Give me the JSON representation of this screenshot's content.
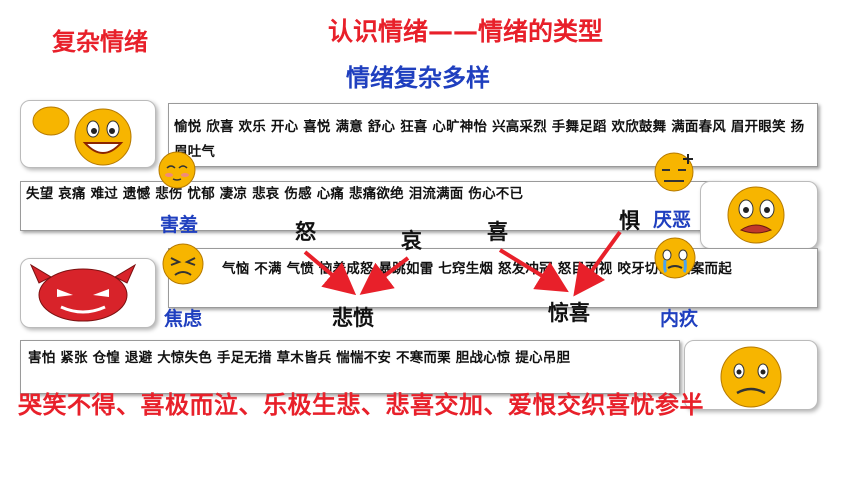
{
  "header": {
    "corner_title": "复杂情绪",
    "main_title": "认识情绪——情绪的类型",
    "subtitle": "情绪复杂多样"
  },
  "rows": [
    {
      "id": "joy",
      "text": "愉悦  欣喜  欢乐  开心  喜悦  满意  舒心  狂喜  心旷神怡  兴高采烈  手舞足蹈  欢欣鼓舞  满面春风  眉开眼笑  扬眉吐气"
    },
    {
      "id": "sad",
      "text": "失望  哀痛  难过  遗憾  悲伤  忧郁  凄凉  悲哀  伤感  心痛  悲痛欲绝  泪流满面  伤心不已"
    },
    {
      "id": "anger",
      "text": "气恼  不满  气愤  恼羞成怒  暴跳如雷  七窍生烟  怒发冲冠  怒目而视  咬牙切齿  拍案而起"
    },
    {
      "id": "fear",
      "text": "害怕  紧张  仓惶  退避  大惊失色  手足无措  草木皆兵  惴惴不安  不寒而栗  胆战心惊  提心吊胆"
    }
  ],
  "emotion_labels": {
    "shy": "害羞",
    "disgust": "厌恶",
    "anxious": "焦虑",
    "guilt": "内疚"
  },
  "categories": {
    "anger": "怒",
    "sorrow": "哀",
    "joy": "喜",
    "fear": "惧"
  },
  "results": {
    "grief_anger": "悲愤",
    "surprise_joy": "惊喜"
  },
  "bottom_sentence": "哭笑不得、喜极而泣、乐极生悲、悲喜交加、爱恨交织喜忧参半",
  "colors": {
    "red": "#e8202a",
    "blue": "#1f3fbf",
    "emoji_yellow": "#f7b500"
  }
}
